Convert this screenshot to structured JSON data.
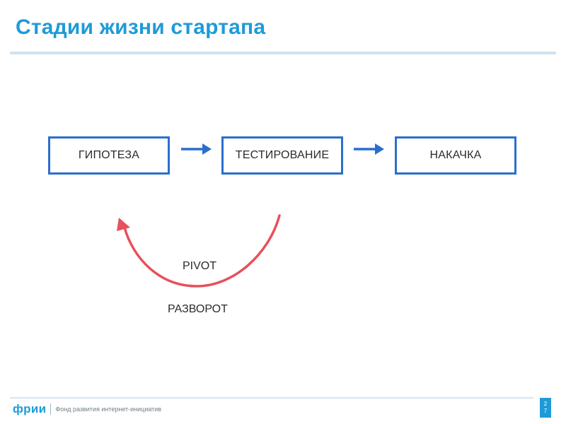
{
  "slide": {
    "title": "Стадии жизни стартапа"
  },
  "stages": [
    {
      "label": "ГИПОТЕЗА"
    },
    {
      "label": "ТЕСТИРОВАНИЕ"
    },
    {
      "label": "НАКАЧКА"
    }
  ],
  "loop": {
    "label_en": "PIVOT",
    "label_ru": "РАЗВОРОТ"
  },
  "footer": {
    "logo": "фрии",
    "text": "Фонд развития интернет-инициатив",
    "page_digit_1": "2",
    "page_digit_2": "7"
  },
  "colors": {
    "title": "#1e9bd7",
    "box_border": "#2a6fce",
    "arrow_blue": "#2a6fce",
    "arrow_red": "#e8505b",
    "footer_accent": "#1e9bd7"
  },
  "icons": {
    "forward_arrow": "arrow-right-icon",
    "return_arrow": "curved-return-arrow-icon"
  }
}
